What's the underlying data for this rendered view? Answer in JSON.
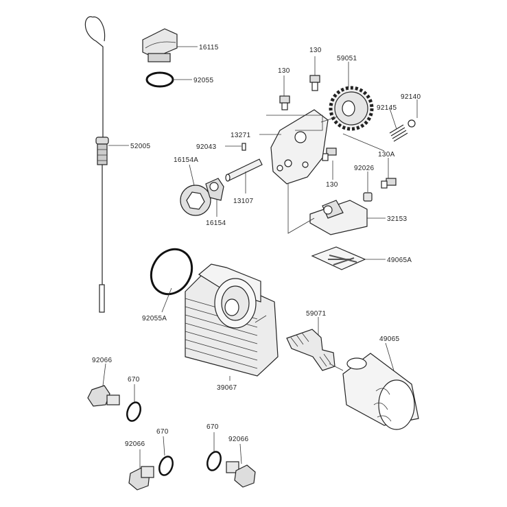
{
  "labels": {
    "dipstick_cap": "16115",
    "cap_oring": "92055",
    "dipstick": "52005",
    "bolt_a": "130",
    "bolt_b": "130",
    "gear": "59051",
    "ball": "92140",
    "spring": "92145",
    "pump_body": "13271",
    "pin": "92043",
    "rotor_outer": "16154A",
    "rotor_inner": "16154",
    "shaft": "13107",
    "bolt_c": "130",
    "bolt_d": "130A",
    "bolt_e": "92026",
    "strainer_holder": "32153",
    "screen": "49065A",
    "cooler_oring": "92055A",
    "fitting": "59071",
    "cooler": "39067",
    "oil_filter": "49065",
    "drain_plug_1": "92066",
    "washer_1": "670",
    "washer_2": "670",
    "drain_plug_2": "92066",
    "washer_3": "670",
    "drain_plug_3": "92066"
  }
}
